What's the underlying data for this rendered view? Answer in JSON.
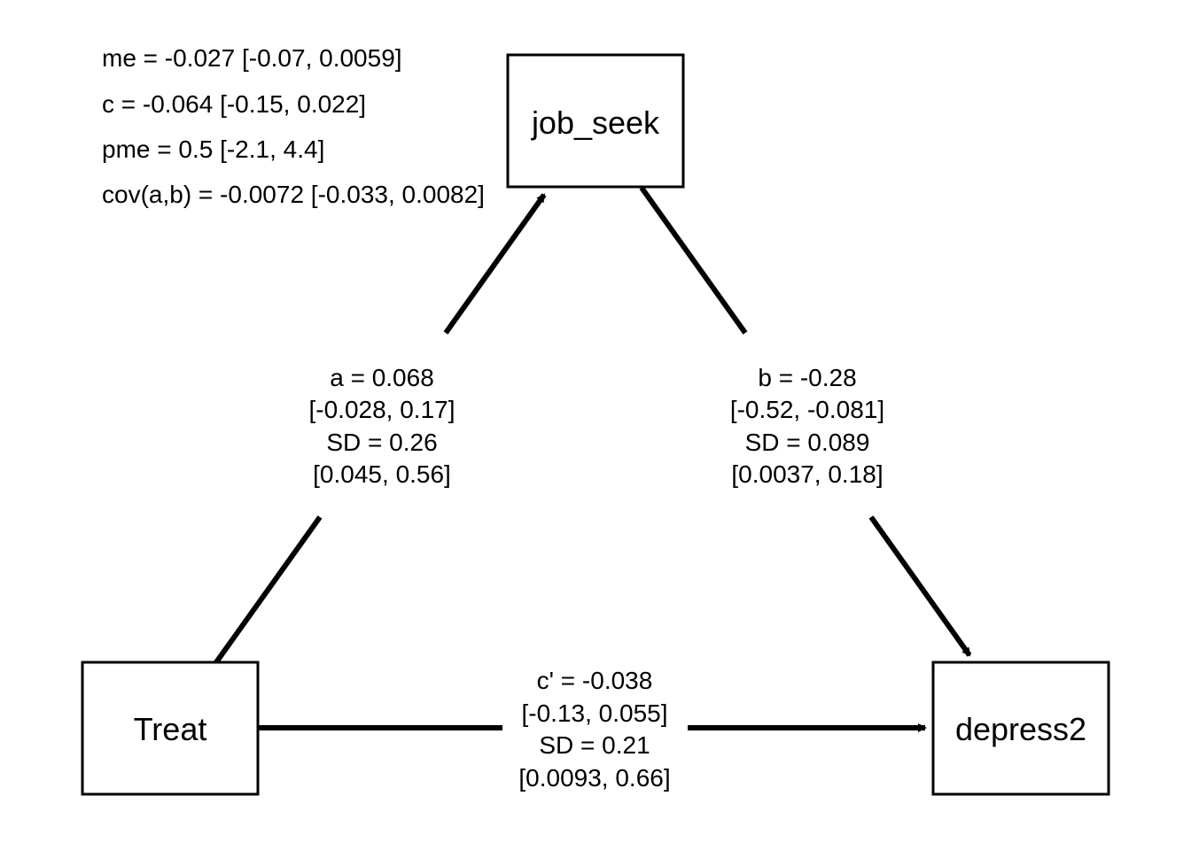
{
  "summary": [
    "me = -0.027 [-0.07, 0.0059]",
    "c = -0.064 [-0.15, 0.022]",
    "pme = 0.5 [-2.1, 4.4]",
    "cov(a,b) = -0.0072 [-0.033, 0.0082]"
  ],
  "nodes": {
    "mediator": "job_seek",
    "treatment": "Treat",
    "outcome": "depress2"
  },
  "edges": {
    "a": [
      "a = 0.068",
      "[-0.028, 0.17]",
      "SD = 0.26",
      "[0.045, 0.56]"
    ],
    "b": [
      "b = -0.28",
      "[-0.52, -0.081]",
      "SD = 0.089",
      "[0.0037, 0.18]"
    ],
    "c_prime": [
      "c' = -0.038",
      "[-0.13, 0.055]",
      "SD = 0.21",
      "[0.0093, 0.66]"
    ]
  }
}
